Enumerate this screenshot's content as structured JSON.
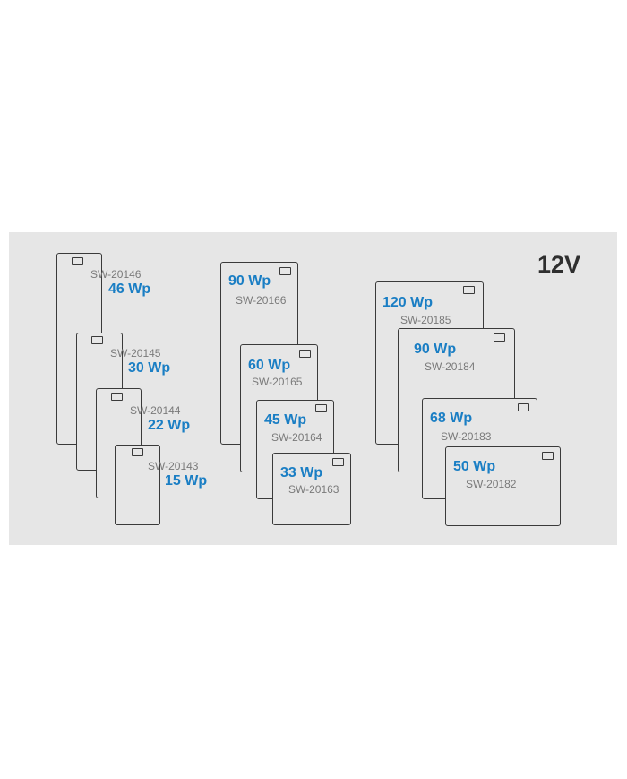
{
  "voltage_label": "12V",
  "groups": [
    {
      "name": "portrait-panels",
      "panels": [
        {
          "code": "SW-20146",
          "power": "46 Wp"
        },
        {
          "code": "SW-20145",
          "power": "30 Wp"
        },
        {
          "code": "SW-20144",
          "power": "22 Wp"
        },
        {
          "code": "SW-20143",
          "power": "15 Wp"
        }
      ]
    },
    {
      "name": "medium-panels",
      "panels": [
        {
          "code": "SW-20166",
          "power": "90 Wp"
        },
        {
          "code": "SW-20165",
          "power": "60 Wp"
        },
        {
          "code": "SW-20164",
          "power": "45 Wp"
        },
        {
          "code": "SW-20163",
          "power": "33 Wp"
        }
      ]
    },
    {
      "name": "landscape-panels",
      "panels": [
        {
          "code": "SW-20185",
          "power": "120 Wp"
        },
        {
          "code": "SW-20184",
          "power": "90 Wp"
        },
        {
          "code": "SW-20183",
          "power": "68 Wp"
        },
        {
          "code": "SW-20182",
          "power": "50 Wp"
        }
      ]
    }
  ],
  "colors": {
    "background": "#e6e6e6",
    "outline": "#3a3a3a",
    "power_text": "#1a7ec4",
    "code_text": "#7a7a7a"
  }
}
